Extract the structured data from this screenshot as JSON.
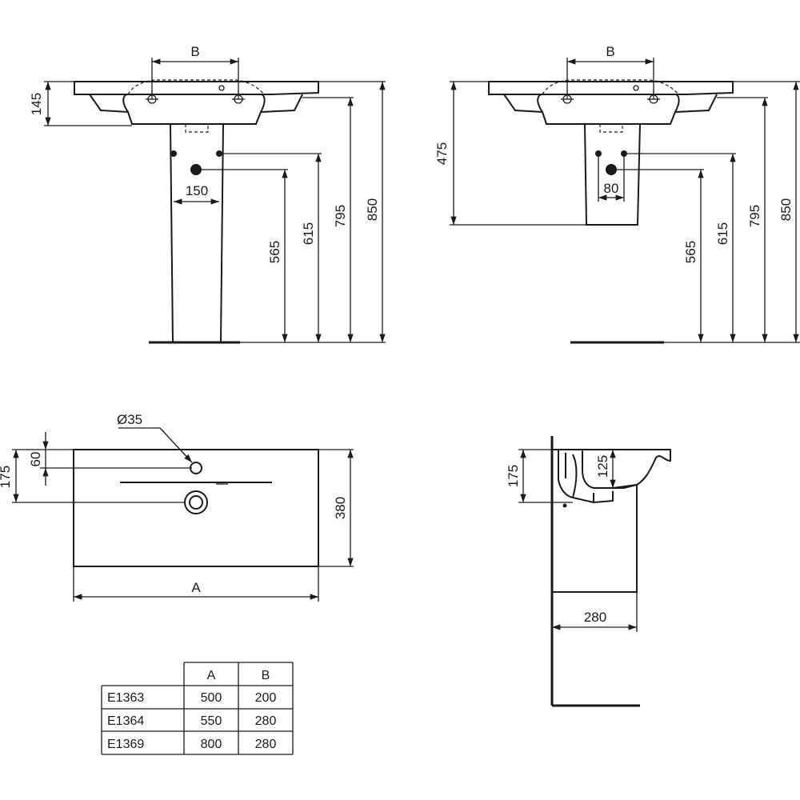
{
  "front_pedestal": {
    "dim_b": "B",
    "dim_145": "145",
    "dim_150": "150",
    "dim_565": "565",
    "dim_615": "615",
    "dim_795": "795",
    "dim_850": "850"
  },
  "front_semi": {
    "dim_b": "B",
    "dim_475": "475",
    "dim_80": "80",
    "dim_565": "565",
    "dim_615": "615",
    "dim_795": "795",
    "dim_850": "850"
  },
  "top_view": {
    "dim_diameter": "Ø35",
    "dim_60": "60",
    "dim_175": "175",
    "dim_380": "380",
    "dim_a": "A"
  },
  "side_view": {
    "dim_175": "175",
    "dim_125": "125",
    "dim_280": "280"
  },
  "table": {
    "headers": [
      "",
      "A",
      "B"
    ],
    "rows": [
      [
        "E1363",
        "500",
        "200"
      ],
      [
        "E1364",
        "550",
        "280"
      ],
      [
        "E1369",
        "800",
        "280"
      ]
    ]
  }
}
